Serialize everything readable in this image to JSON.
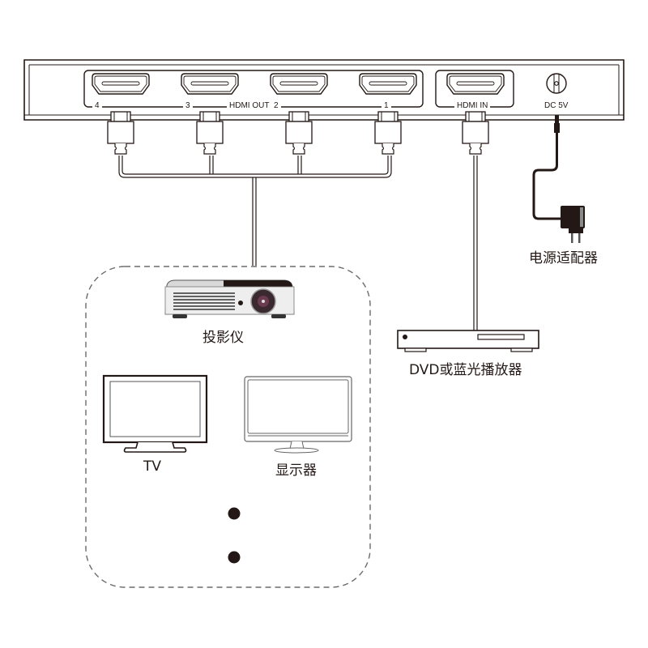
{
  "device": {
    "output_group_label": "HDMI OUT",
    "output_ports": [
      "4",
      "3",
      "2",
      "1"
    ],
    "input_label": "HDMI IN",
    "power_label": "DC 5V"
  },
  "labels": {
    "power_adapter": "电源适配器",
    "projector": "投影仪",
    "dvd_player": "DVD或蓝光播放器",
    "tv": "TV",
    "monitor": "显示器"
  },
  "colors": {
    "line": "#231815",
    "dashed_border": "#6b6b6b",
    "cable_fill": "#ffffff"
  }
}
